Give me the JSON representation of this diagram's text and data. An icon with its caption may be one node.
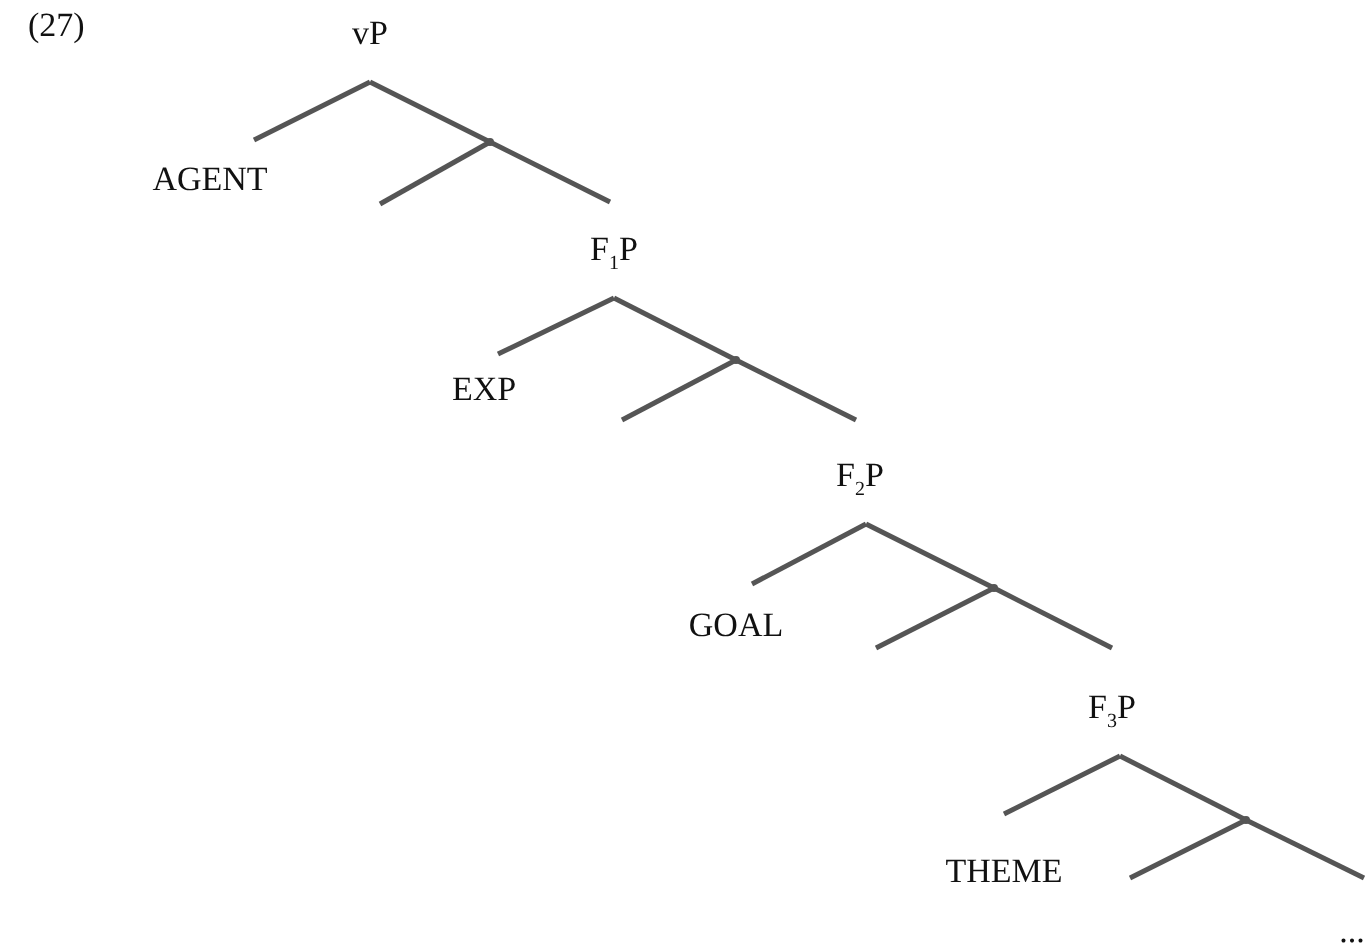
{
  "diagram": {
    "nodes": [
      {
        "text": [
          "vP"
        ]
      },
      {
        "text": [
          "AGENT"
        ]
      },
      {
        "text": [],
        "shape": "point"
      },
      {
        "text": [
          "F$_{1}$P"
        ]
      },
      {
        "text": [
          "EXP"
        ]
      },
      {
        "text": [],
        "shape": "point"
      },
      {
        "text": [
          "F$_{2}$P"
        ]
      },
      {
        "text": [
          "GOAL"
        ]
      },
      {
        "text": [],
        "shape": "point"
      },
      {
        "text": [
          "F$_{3}$P"
        ]
      },
      {
        "text": [
          "THEME"
        ]
      },
      {
        "text": [],
        "shape": "point"
      },
      {
        "text": [
          "..."
        ]
      }
    ],
    "edges": [
      {
        "from": 0,
        "to": 1,
        "arrow": "none"
      },
      {
        "from": 0,
        "to": 2,
        "arrow": "none"
      },
      {
        "from": 2,
        "to": null,
        "arrow": "none"
      },
      {
        "from": 2,
        "to": 3,
        "arrow": "none"
      },
      {
        "from": 3,
        "to": 4,
        "arrow": "none"
      },
      {
        "from": 3,
        "to": 5,
        "arrow": "none"
      },
      {
        "from": 5,
        "to": null,
        "arrow": "none"
      },
      {
        "from": 5,
        "to": 6,
        "arrow": "none"
      },
      {
        "from": 6,
        "to": 7,
        "arrow": "none"
      },
      {
        "from": 6,
        "to": 8,
        "arrow": "none"
      },
      {
        "from": 8,
        "to": null,
        "arrow": "none"
      },
      {
        "from": 8,
        "to": 9,
        "arrow": "none"
      },
      {
        "from": 9,
        "to": 10,
        "arrow": "none"
      },
      {
        "from": 9,
        "to": 11,
        "arrow": "none"
      },
      {
        "from": 11,
        "to": null,
        "arrow": "none"
      },
      {
        "from": 11,
        "to": 12,
        "arrow": "none"
      }
    ],
    "labels": [
      "(27)"
    ]
  }
}
